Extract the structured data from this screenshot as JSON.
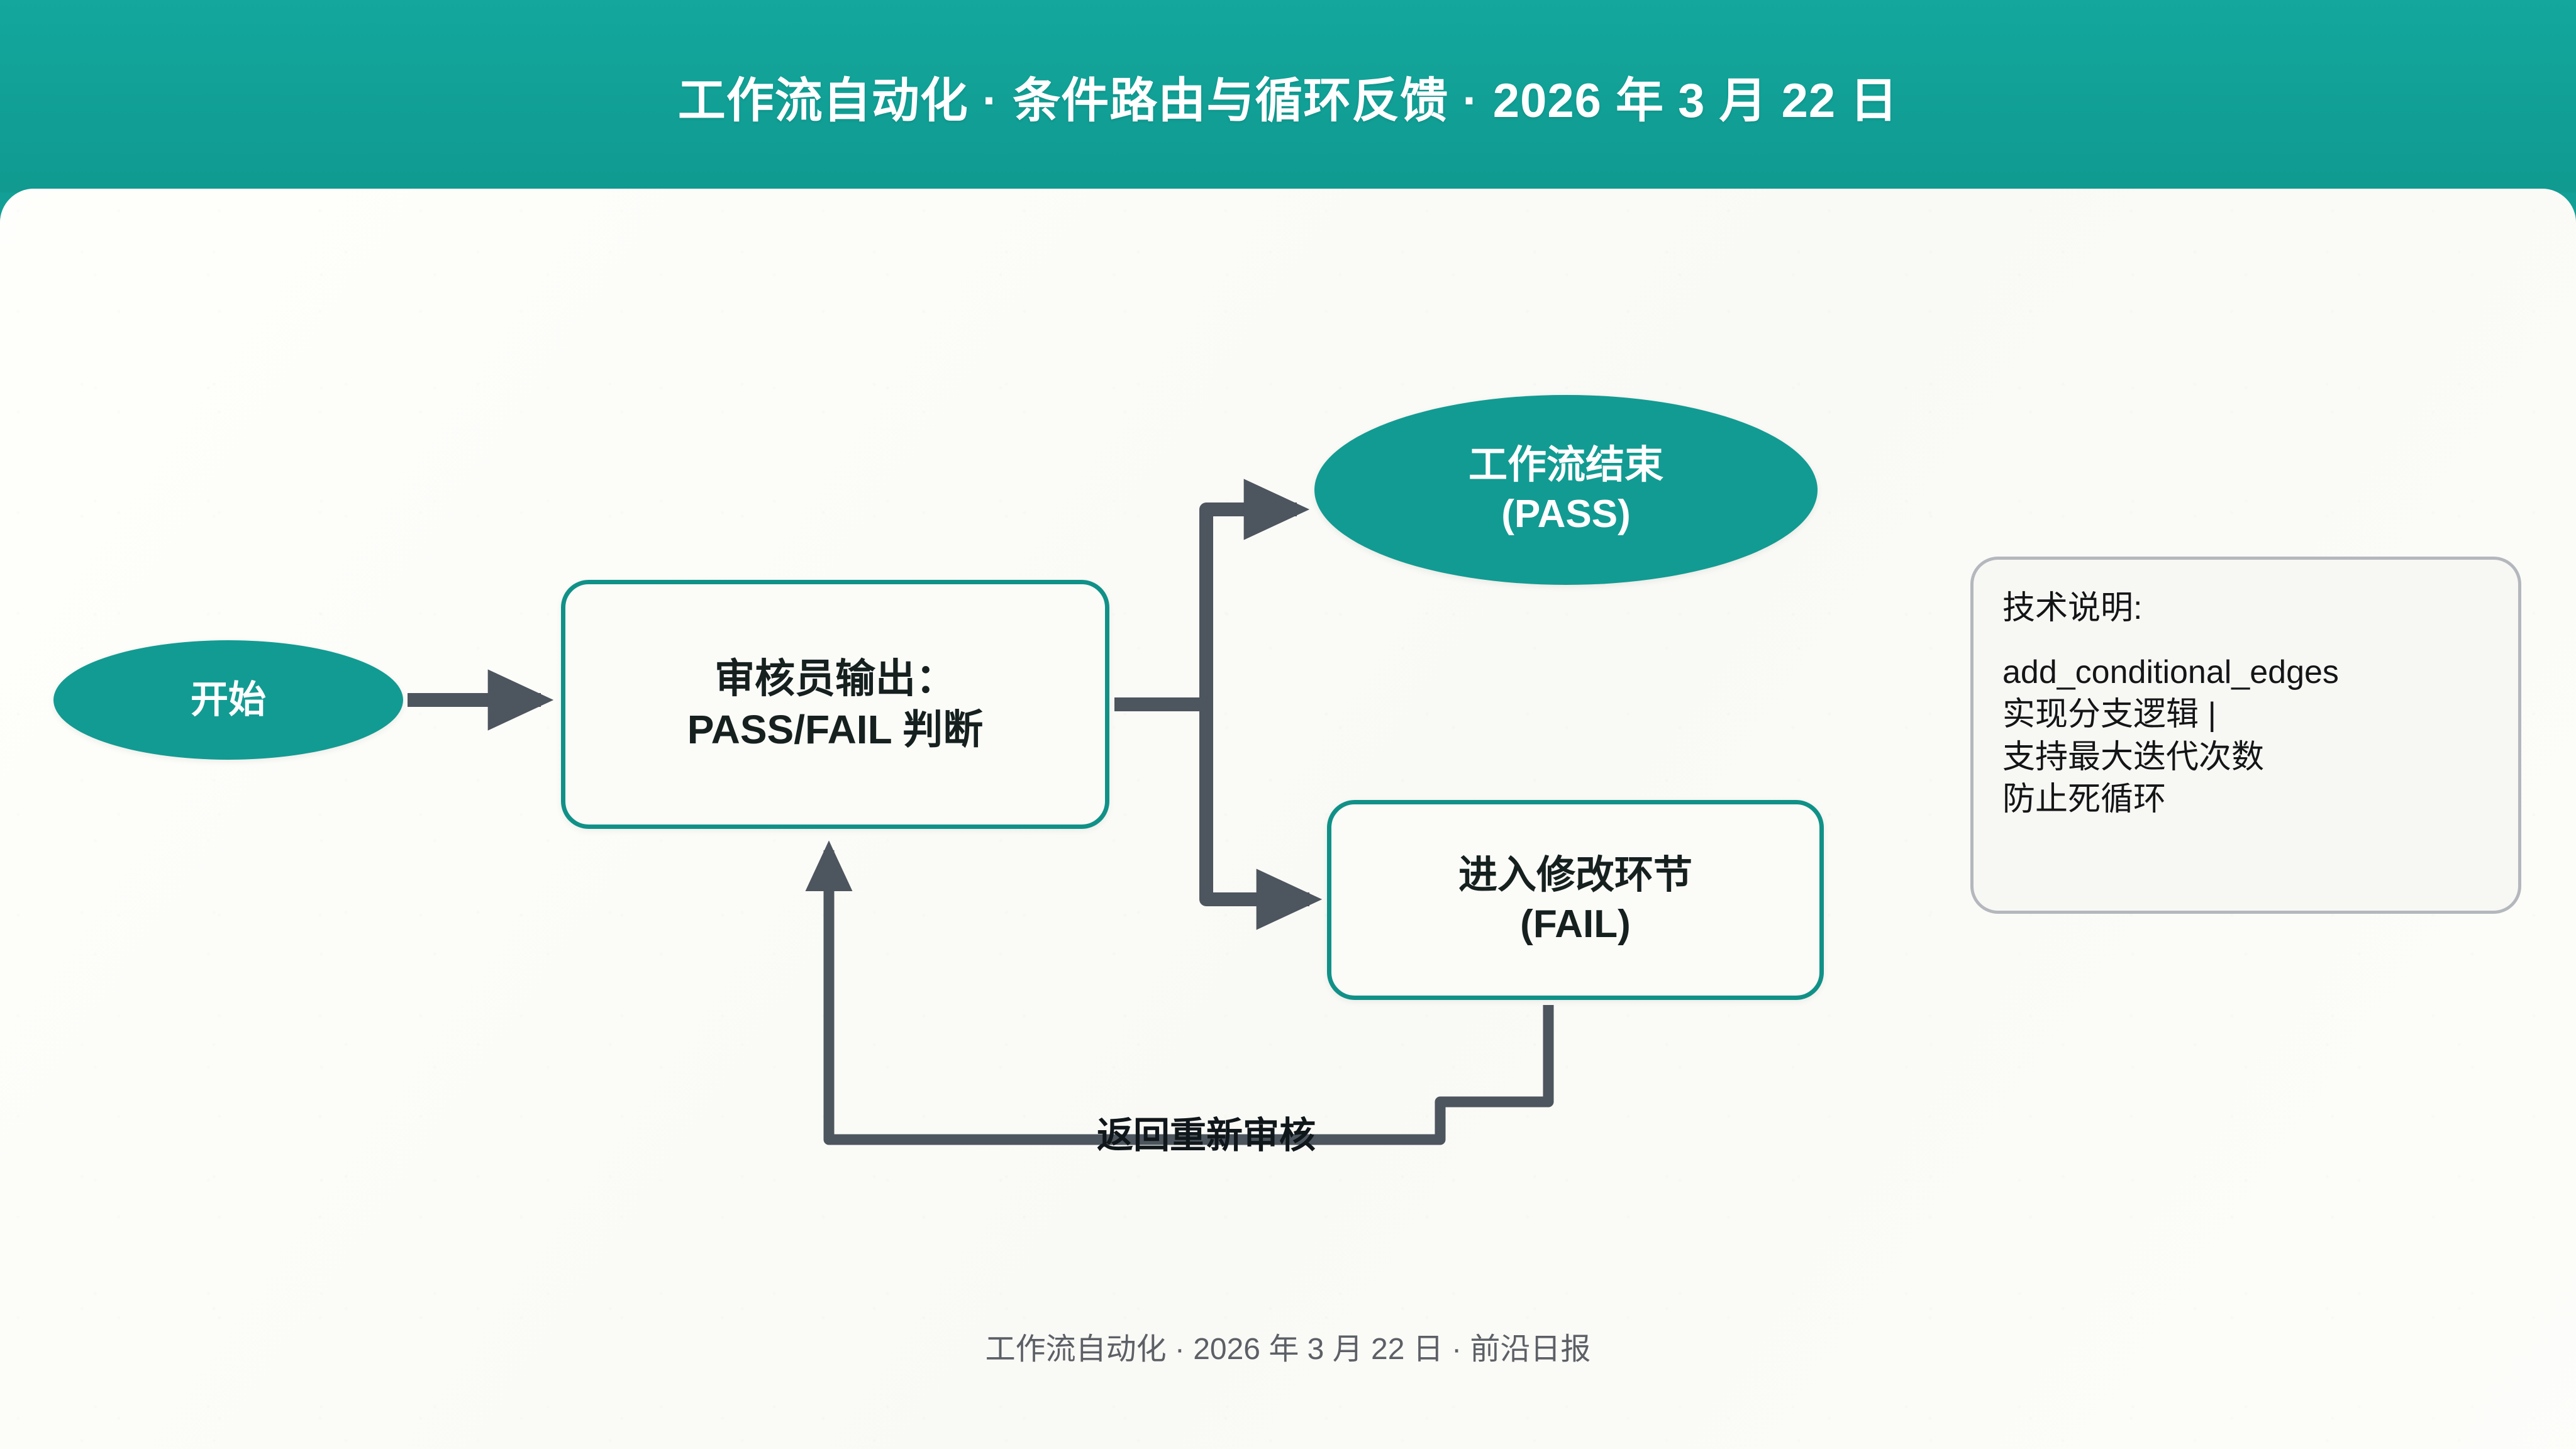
{
  "header": {
    "title": "工作流自动化 · 条件路由与循环反馈 · 2026 年 3 月 22 日"
  },
  "diagram": {
    "type": "flowchart",
    "orientation": "left-to-right with feedback loop",
    "nodes": [
      {
        "id": "start",
        "shape": "ellipse",
        "label": "开始",
        "label_line2": "",
        "fill": "#129b92",
        "text_color": "#ffffff"
      },
      {
        "id": "decision",
        "shape": "rounded-rect",
        "label": "审核员输出：",
        "label_line2": "PASS/FAIL 判断",
        "fill": "#fbfbf8",
        "border": "#109188",
        "text_color": "#15201f"
      },
      {
        "id": "pass",
        "shape": "ellipse",
        "label": "工作流结束",
        "label_line2": "(PASS)",
        "fill": "#129b92",
        "text_color": "#ffffff"
      },
      {
        "id": "fail",
        "shape": "rounded-rect",
        "label": "进入修改环节",
        "label_line2": "(FAIL)",
        "fill": "#fbfbf8",
        "border": "#109188",
        "text_color": "#15201f"
      }
    ],
    "edges": [
      {
        "from": "start",
        "to": "decision",
        "label": "",
        "style": "solid-arrow",
        "color": "#4d555e"
      },
      {
        "from": "decision",
        "to": "pass",
        "label": "",
        "style": "orthogonal-arrow",
        "color": "#4d555e"
      },
      {
        "from": "decision",
        "to": "fail",
        "label": "",
        "style": "orthogonal-arrow",
        "color": "#4d555e"
      },
      {
        "from": "fail",
        "to": "decision",
        "label": "返回重新审核",
        "style": "orthogonal-feedback-arrow",
        "color": "#4d555e"
      }
    ],
    "edge_labels": {
      "loop_back": "返回重新审核"
    }
  },
  "note": {
    "title": "技术说明:",
    "lines": [
      "add_conditional_edges",
      "实现分支逻辑 |",
      "支持最大迭代次数",
      "防止死循环"
    ],
    "border_color": "#b4b8bd"
  },
  "footer": {
    "text": "工作流自动化 · 2026 年 3 月 22 日 · 前沿日报"
  },
  "colors": {
    "brand_teal": "#129b92",
    "header_teal": "#13a79d",
    "connector_gray": "#4d555e",
    "canvas": "#fafaf7"
  }
}
